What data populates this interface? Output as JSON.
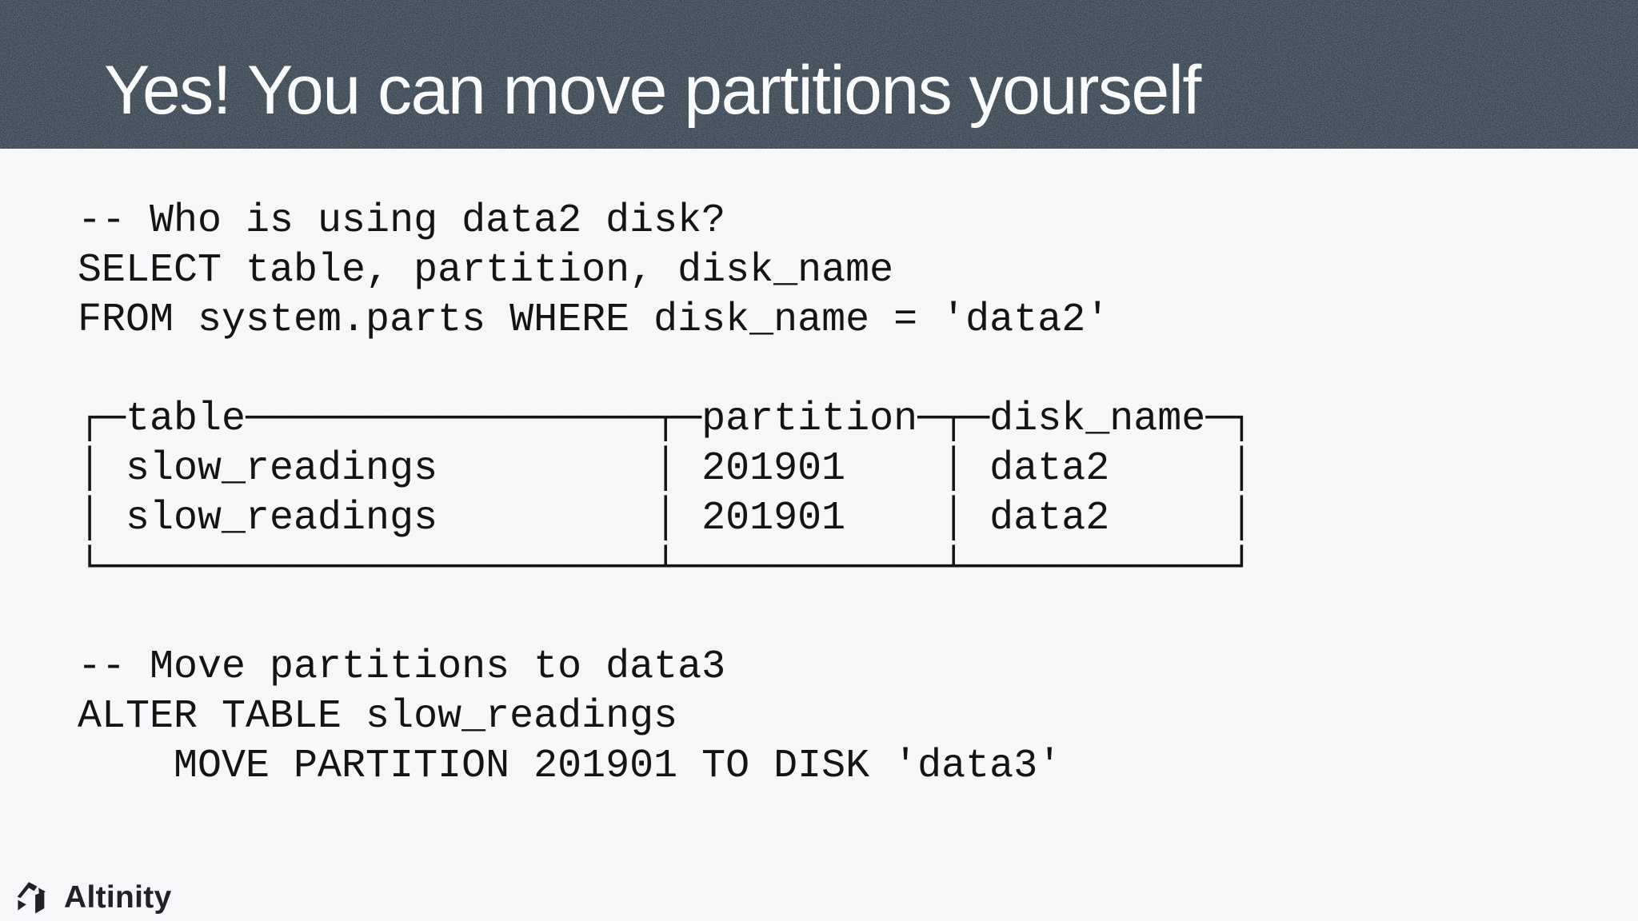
{
  "slide": {
    "title": "Yes! You can move partitions yourself",
    "query_block": {
      "lines": [
        "-- Who is using data2 disk?",
        "SELECT table, partition, disk_name",
        "FROM system.parts WHERE disk_name = 'data2'"
      ]
    },
    "result_table": {
      "columns": [
        "table",
        "partition",
        "disk_name"
      ],
      "rows": [
        [
          "slow_readings",
          "201901",
          "data2"
        ],
        [
          "slow_readings",
          "201901",
          "data2"
        ]
      ],
      "ascii_lines": [
        "┌─table─────────────────┬─partition─┬─disk_name─┐",
        "│ slow_readings         │ 201901    │ data2     │",
        "│ slow_readings         │ 201901    │ data2     │",
        "└───────────────────────┴───────────┴───────────┘"
      ]
    },
    "alter_block": {
      "lines": [
        "-- Move partitions to data3",
        "ALTER TABLE slow_readings",
        "    MOVE PARTITION 201901 TO DISK 'data3'"
      ]
    },
    "footer": {
      "brand": "Altinity"
    }
  },
  "colors": {
    "header_bg": "#2b3945",
    "header_text": "#fafbfc",
    "body_bg": "#f7f6f9",
    "code_text": "#141414",
    "logo": "#232128"
  }
}
